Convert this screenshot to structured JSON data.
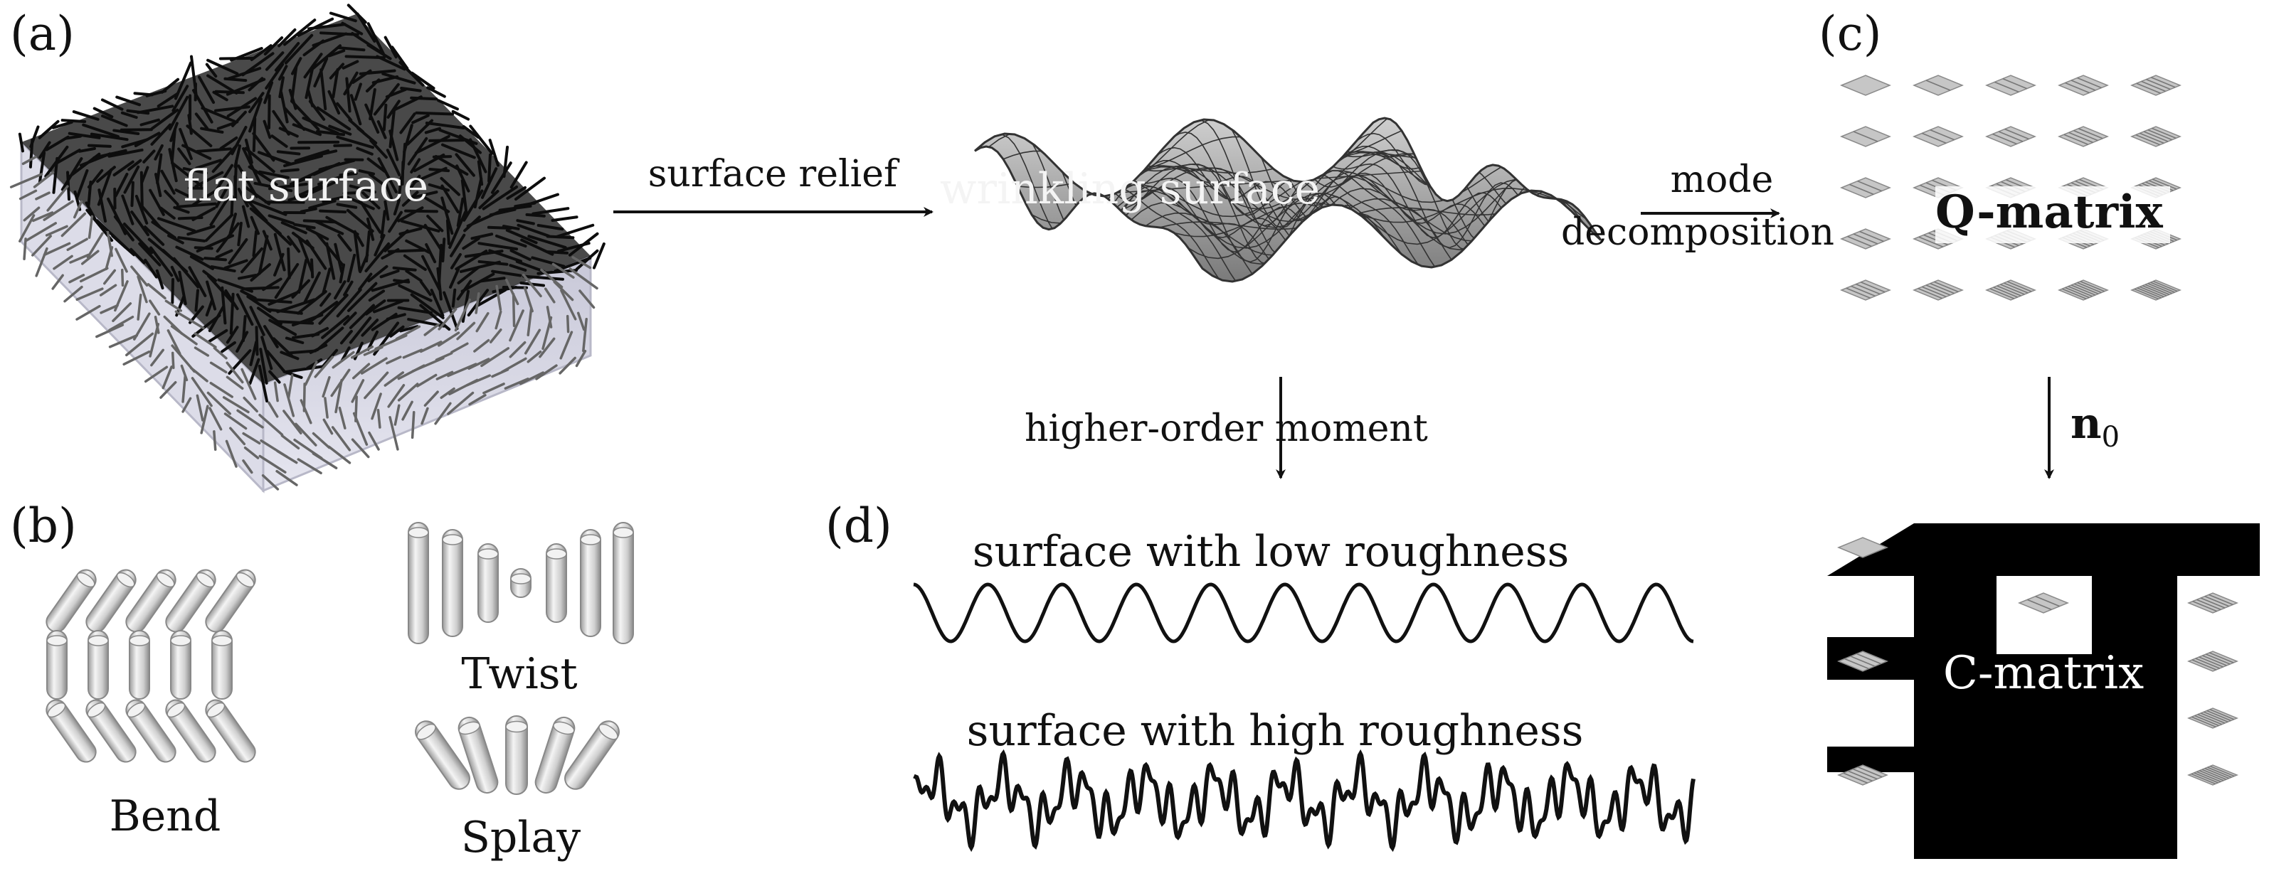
{
  "labels": {
    "panel_a": "(a)",
    "panel_b": "(b)",
    "panel_c": "(c)",
    "panel_d": "(d)",
    "flat_surface": "flat surface",
    "surface_relief": "surface relief",
    "wrinkling_surface": "wrinkling surface",
    "mode": "mode",
    "decomposition": "decomposition",
    "q_matrix": "Q-matrix",
    "c_matrix": "C-matrix",
    "n0_base": "n",
    "n0_sub": "0",
    "higher_order_moment": "higher-order moment",
    "low_roughness": "surface with low roughness",
    "high_roughness": "surface with high roughness",
    "bend": "Bend",
    "twist": "Twist",
    "splay": "Splay"
  },
  "colors": {
    "ink": "#111111",
    "box_top": "#3a3a3a",
    "box_side": "#d4d4e4",
    "mode_tiles": "#b8b8b8",
    "c_matrix_fill": "#000000"
  }
}
